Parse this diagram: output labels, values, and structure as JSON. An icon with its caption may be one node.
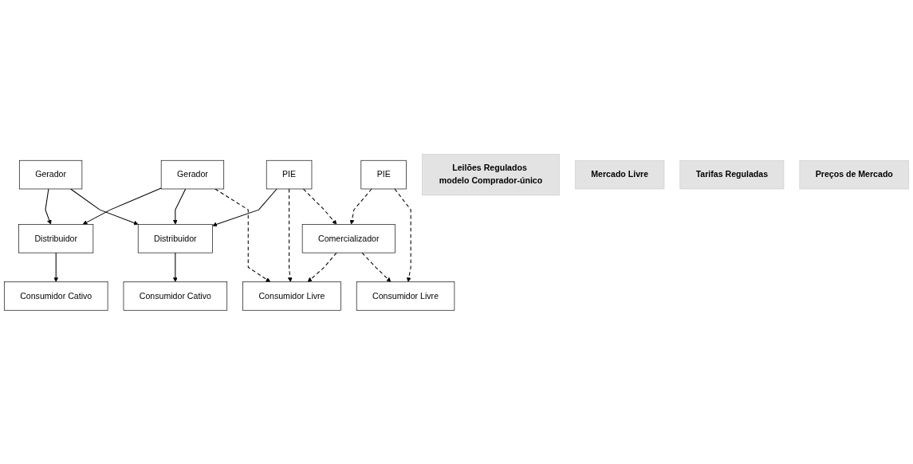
{
  "diagram": {
    "nodes": [
      {
        "text": [
          "Gerador"
        ]
      },
      {
        "text": [
          "Gerador"
        ]
      },
      {
        "text": [
          "PIE"
        ]
      },
      {
        "text": [
          "PIE"
        ]
      },
      {
        "text": [
          "Leilões Regulados modelo Comprador-único"
        ]
      },
      {
        "text": [
          "Mercado Livre"
        ]
      },
      {
        "text": [
          "Distribuidor"
        ]
      },
      {
        "text": [
          "Distribuidor"
        ]
      },
      {
        "text": [
          "Comercializador"
        ]
      },
      {
        "text": [
          "Tarifas Reguladas"
        ]
      },
      {
        "text": [
          "Preços de Mercado"
        ]
      },
      {
        "text": [
          "Consumidor Cativo"
        ]
      },
      {
        "text": [
          "Consumidor Cativo"
        ]
      },
      {
        "text": [
          "Consumidor Livre"
        ]
      },
      {
        "text": [
          "Consumidor Livre"
        ]
      }
    ],
    "edges": [
      {
        "from": 0,
        "to": 6,
        "arrow": "to"
      },
      {
        "from": 0,
        "to": 7,
        "arrow": "to"
      },
      {
        "from": 1,
        "to": 6,
        "arrow": "to"
      },
      {
        "from": 1,
        "to": 7,
        "arrow": "to"
      },
      {
        "from": 1,
        "to": 13,
        "arrow": "to",
        "style": "dashed"
      },
      {
        "from": 2,
        "to": 7,
        "arrow": "to"
      },
      {
        "from": 2,
        "to": 13,
        "arrow": "to",
        "style": "dashed"
      },
      {
        "from": 2,
        "to": 8,
        "arrow": "to",
        "style": "dashed"
      },
      {
        "from": 3,
        "to": 8,
        "arrow": "to",
        "style": "dashed"
      },
      {
        "from": 3,
        "to": 14,
        "arrow": "to",
        "style": "dashed"
      },
      {
        "from": 6,
        "to": 11,
        "arrow": "to"
      },
      {
        "from": 7,
        "to": 12,
        "arrow": "to"
      },
      {
        "from": 8,
        "to": 13,
        "arrow": "to",
        "style": "dashed"
      },
      {
        "from": 8,
        "to": 14,
        "arrow": "to",
        "style": "dashed"
      }
    ]
  }
}
